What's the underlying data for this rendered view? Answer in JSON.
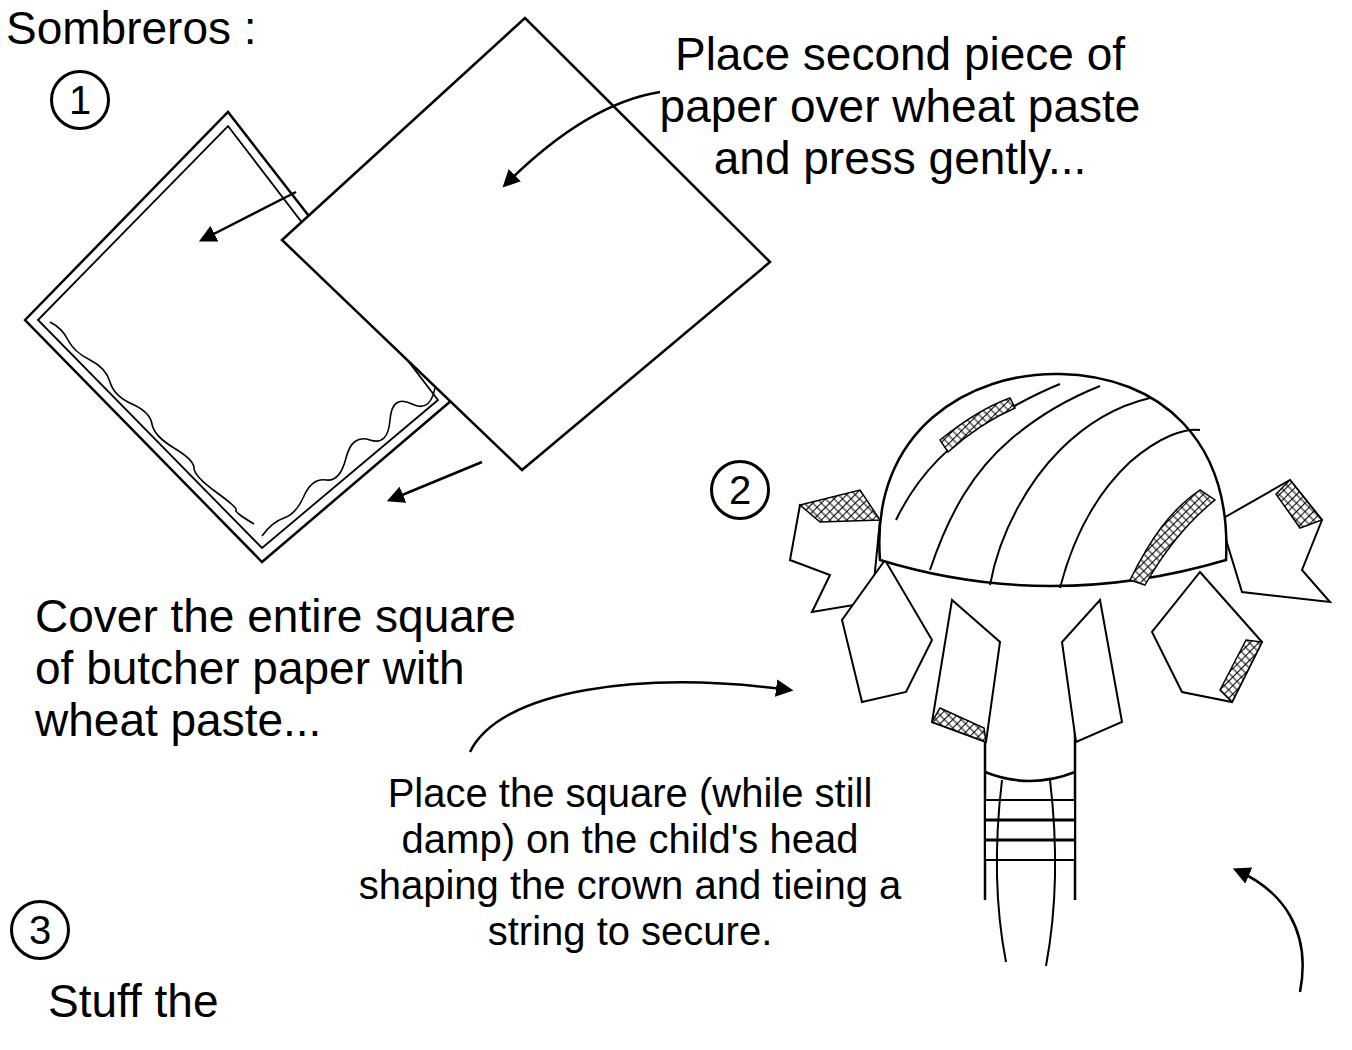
{
  "diagram": {
    "title": "Sombreros :",
    "nodes": [
      {
        "text": [
          "1"
        ]
      },
      {
        "text": [
          "2"
        ]
      },
      {
        "text": [
          "3"
        ]
      }
    ],
    "labels": [
      "Place second piece of paper over wheat paste and press gently...",
      "Cover the entire square of butcher paper with wheat paste...",
      "Place the square (while still damp) on the child's head shaping the crown and tieing a string to secure.",
      "Stuff the"
    ]
  }
}
